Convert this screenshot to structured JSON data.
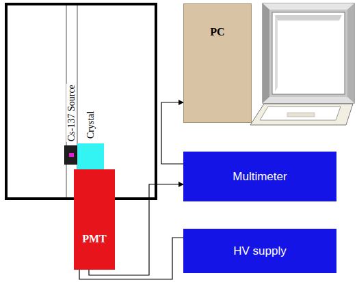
{
  "diagram": {
    "nodes": [
      {
        "text": [
          "Cs-137 Source"
        ]
      },
      {
        "text": [
          "Crystal"
        ]
      },
      {
        "text": [
          "PMT"
        ]
      },
      {
        "text": [
          "PC"
        ]
      },
      {
        "text": [
          "Multimeter"
        ]
      },
      {
        "text": [
          "HV supply"
        ]
      }
    ],
    "edges": [
      {
        "from": 2,
        "to": 4,
        "arrow": "to"
      },
      {
        "from": 4,
        "to": 3,
        "arrow": "to"
      },
      {
        "from": 2,
        "to": 5,
        "arrow": "none"
      }
    ]
  }
}
